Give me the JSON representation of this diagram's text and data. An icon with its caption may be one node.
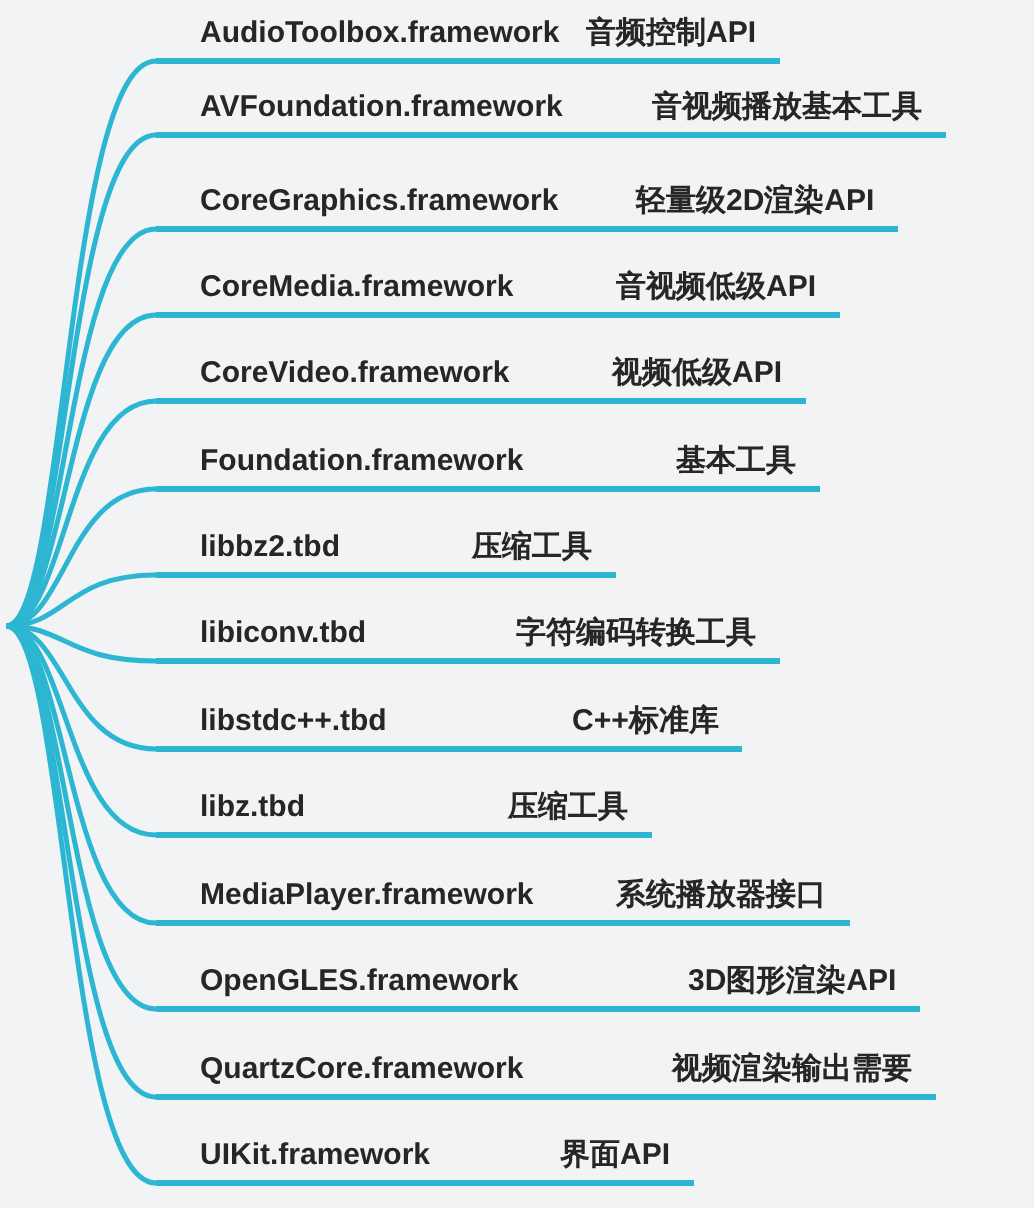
{
  "diagram": {
    "nodes": [
      {
        "text": [
          "AudioToolbox.framework",
          "音频控制API"
        ]
      },
      {
        "text": [
          "AVFoundation.framework",
          "音视频播放基本工具"
        ]
      },
      {
        "text": [
          "CoreGraphics.framework",
          "轻量级2D渲染API"
        ]
      },
      {
        "text": [
          "CoreMedia.framework",
          "音视频低级API"
        ]
      },
      {
        "text": [
          "CoreVideo.framework",
          "视频低级API"
        ]
      },
      {
        "text": [
          "Foundation.framework",
          "基本工具"
        ]
      },
      {
        "text": [
          "libbz2.tbd",
          "压缩工具"
        ]
      },
      {
        "text": [
          "libiconv.tbd",
          "字符编码转换工具"
        ]
      },
      {
        "text": [
          "libstdc++.tbd",
          "C++标准库"
        ]
      },
      {
        "text": [
          "libz.tbd",
          "压缩工具"
        ]
      },
      {
        "text": [
          "MediaPlayer.framework",
          "系统播放器接口"
        ]
      },
      {
        "text": [
          "OpenGLES.framework",
          "3D图形渲染API"
        ]
      },
      {
        "text": [
          "QuartzCore.framework",
          "视频渲染输出需要"
        ]
      },
      {
        "text": [
          "UIKit.framework",
          "界面API"
        ]
      }
    ],
    "edges": [
      {
        "from": null,
        "to": 0,
        "arrow": "none"
      },
      {
        "from": null,
        "to": 1,
        "arrow": "none"
      },
      {
        "from": null,
        "to": 2,
        "arrow": "none"
      },
      {
        "from": null,
        "to": 3,
        "arrow": "none"
      },
      {
        "from": null,
        "to": 4,
        "arrow": "none"
      },
      {
        "from": null,
        "to": 5,
        "arrow": "none"
      },
      {
        "from": null,
        "to": 6,
        "arrow": "none"
      },
      {
        "from": null,
        "to": 7,
        "arrow": "none"
      },
      {
        "from": null,
        "to": 8,
        "arrow": "none"
      },
      {
        "from": null,
        "to": 9,
        "arrow": "none"
      },
      {
        "from": null,
        "to": 10,
        "arrow": "none"
      },
      {
        "from": null,
        "to": 11,
        "arrow": "none"
      },
      {
        "from": null,
        "to": 12,
        "arrow": "none"
      },
      {
        "from": null,
        "to": 13,
        "arrow": "none"
      }
    ]
  }
}
